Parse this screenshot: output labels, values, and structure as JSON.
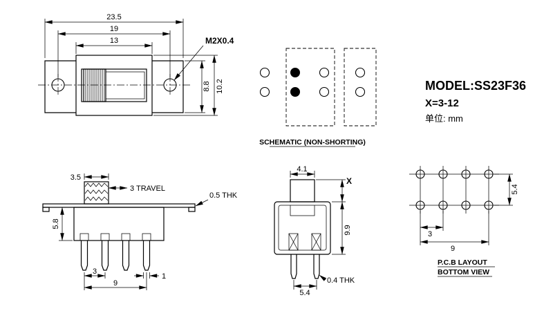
{
  "title_block": {
    "model": "MODEL:SS23F36",
    "x_range": "X=3-12",
    "unit": "单位: mm"
  },
  "top_view": {
    "total_width": "23.5",
    "hole_span": "19",
    "body_width": "13",
    "thread_callout": "M2X0.4",
    "flange_height": "8.8",
    "body_height": "10.2"
  },
  "schematic": {
    "caption": "SCHEMATIC (NON-SHORTING)"
  },
  "front_view": {
    "knob_width": "3.5",
    "travel": "3 TRAVEL",
    "plate_thickness": "0.5 THK",
    "body_height": "5.8",
    "pin_pitch": "3",
    "pin_span": "9",
    "pin_width": "1"
  },
  "side_view": {
    "top_width": "4.1",
    "actuator_height": "X",
    "body_height": "9.9",
    "pin_pitch": "5.4",
    "terminal_thickness": "0.4 THK"
  },
  "pcb_view": {
    "caption_line1": "P.C.B LAYOUT",
    "caption_line2": "BOTTOM VIEW",
    "row_span": "5.4",
    "pitch": "3",
    "span": "9"
  }
}
